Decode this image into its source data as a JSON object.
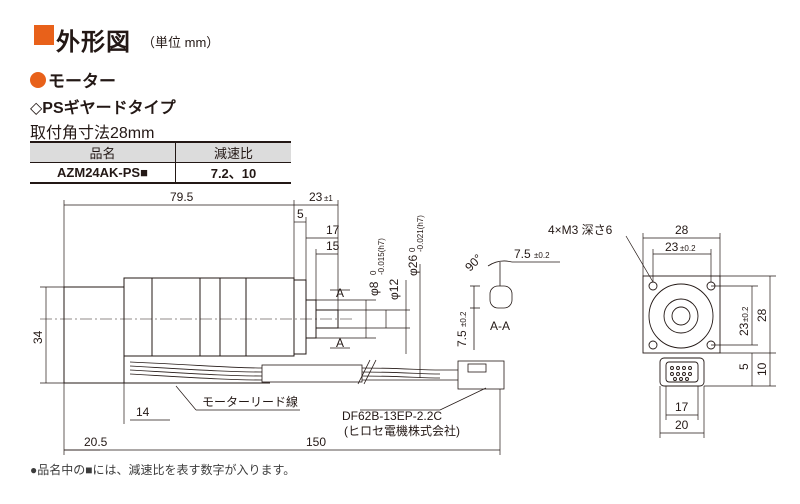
{
  "header": {
    "title": "外形図",
    "unit": "（単位 mm）"
  },
  "sections": {
    "motor": "モーター",
    "type": "◇PSギヤードタイプ",
    "mount": "取付角寸法28mm"
  },
  "table": {
    "headers": [
      "品名",
      "減速比"
    ],
    "rows": [
      [
        "AZM24AK-PS■",
        "7.2、10"
      ]
    ]
  },
  "dimensions": {
    "total_length": "79.5",
    "gear_length": "23",
    "gear_length_tol": "±1",
    "flange": "5",
    "d17": "17",
    "d15": "15",
    "shaft_dia": "φ8",
    "shaft_tol": "-0.015(h7)",
    "shaft_top": "0",
    "d12": "φ12",
    "boss_dia": "φ26",
    "boss_tol": "-0.021(h7)",
    "boss_top": "0",
    "height": "34",
    "lead_14": "14",
    "left_20_5": "20.5",
    "lead_150": "150",
    "section_label": "A",
    "section_aa": "A-A",
    "angle": "90°",
    "d7_5": "7.5",
    "d7_5_tol": "±0.2",
    "d7_5_vert": "7.5",
    "d7_5_vert_tol": "±0.2",
    "holes": "4×M3 深さ6",
    "front_28": "28",
    "front_23": "23",
    "front_23_tol": "±0.2",
    "front_23v": "23",
    "front_23v_tol": "±0.2",
    "front_28v": "28",
    "front_5": "5",
    "front_10": "10",
    "front_17": "17",
    "front_20": "20"
  },
  "callouts": {
    "lead_wire": "モーターリード線",
    "connector": "DF62B-13EP-2.2C",
    "maker": "(ヒロセ電機株式会社)"
  },
  "note": "●品名中の■には、減速比を表す数字が入ります。",
  "colors": {
    "accent": "#e8611a",
    "line": "#231815",
    "table_header": "#dcdcdc"
  }
}
